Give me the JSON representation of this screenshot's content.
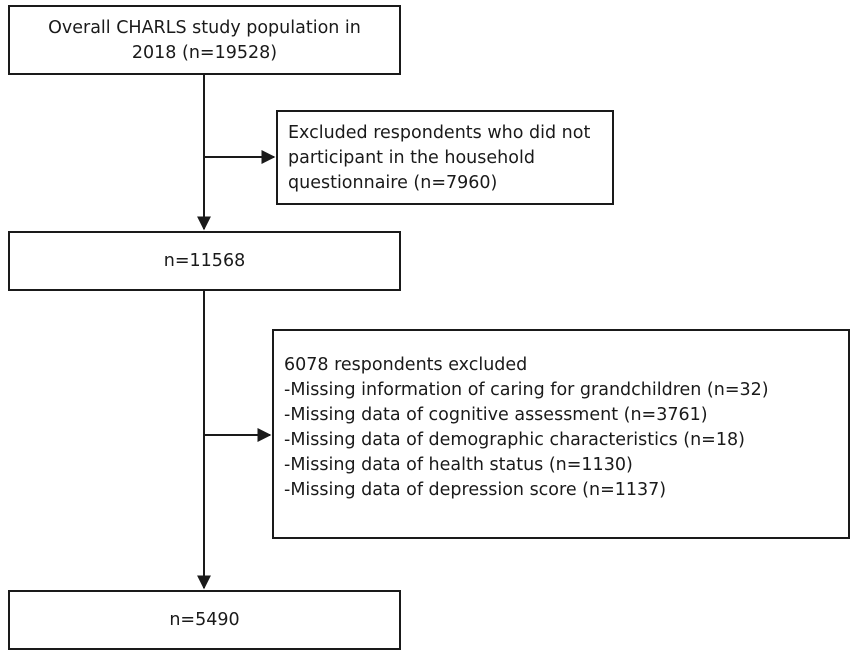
{
  "boxes": {
    "study_population": {
      "lines": [
        "Overall CHARLS study population in",
        "2018 (n=19528)"
      ]
    },
    "exclusion_household": {
      "lines": [
        "Excluded respondents who did not",
        "participant in the household",
        "questionnaire (n=7960)"
      ]
    },
    "intermediate_sample": {
      "label": "n=11568"
    },
    "exclusion_missing": {
      "heading": "6078 respondents excluded",
      "items": [
        "-Missing information of caring for grandchildren (n=32)",
        "-Missing data of cognitive assessment (n=3761)",
        "-Missing data of demographic characteristics (n=18)",
        "-Missing data of health status (n=1130)",
        "-Missing data of depression score (n=1137)"
      ]
    },
    "final_sample": {
      "label": "n=5490"
    }
  },
  "colors": {
    "stroke": "#1a1a1a",
    "background": "#ffffff"
  }
}
